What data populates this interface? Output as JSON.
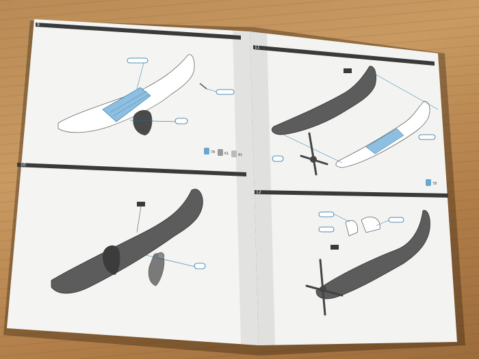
{
  "booklet": {
    "left_page": {
      "steps": [
        {
          "number": "9",
          "label": "9"
        },
        {
          "number": "10",
          "label": "10"
        }
      ],
      "paint_refs": [
        "78",
        "61",
        "81"
      ]
    },
    "right_page": {
      "steps": [
        {
          "number": "11",
          "label": "11"
        },
        {
          "number": "12",
          "label": "12"
        }
      ],
      "paint_refs": [
        "78"
      ]
    }
  },
  "colors": {
    "paper": "#f4f4f2",
    "header_bar": "#3a3a3a",
    "model_grey": "#5c5c5c",
    "highlight_blue": "#8fbfe0",
    "callout_blue": "#1c6f9e",
    "wood": "#b98a55"
  }
}
